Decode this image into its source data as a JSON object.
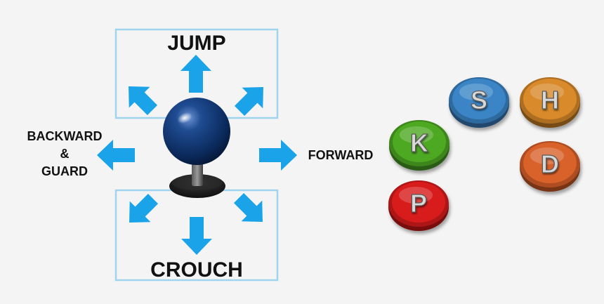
{
  "labels": {
    "jump": "JUMP",
    "crouch": "CROUCH",
    "forward": "FORWARD",
    "backward_line1": "BACKWARD",
    "backward_line2": "&",
    "backward_line3": "GUARD"
  },
  "buttons": [
    {
      "letter": "S",
      "color": "#3a85c6"
    },
    {
      "letter": "H",
      "color": "#d98a2b"
    },
    {
      "letter": "K",
      "color": "#4ea824"
    },
    {
      "letter": "D",
      "color": "#d9622c"
    },
    {
      "letter": "P",
      "color": "#d81c1c"
    }
  ],
  "colors": {
    "arrow": "#1aa3e8",
    "box_border": "#9fd3ee",
    "joystick_ball": "#0c2f66",
    "joystick_base": "#1f1f1f",
    "label": "#111111",
    "background": "#f4f4f4"
  },
  "icons": {
    "arrows": [
      "up-arrow-icon",
      "up-left-arrow-icon",
      "up-right-arrow-icon",
      "left-arrow-icon",
      "right-arrow-icon",
      "down-left-arrow-icon",
      "down-arrow-icon",
      "down-right-arrow-icon"
    ],
    "joystick": "joystick-icon"
  }
}
